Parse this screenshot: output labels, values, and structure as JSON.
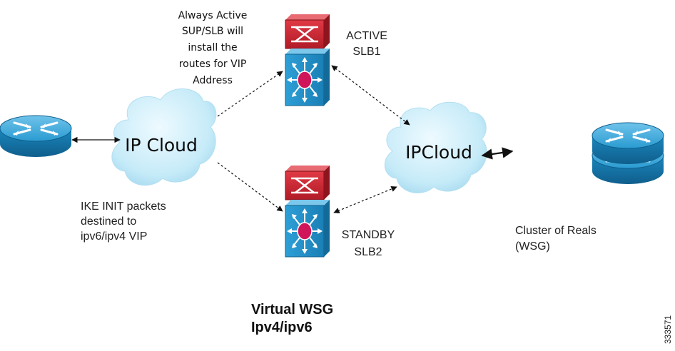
{
  "labels": {
    "always_active_l1": "Always Active",
    "always_active_l2": "SUP/SLB will",
    "always_active_l3": "install the",
    "always_active_l4": "routes for VIP",
    "always_active_l5": "Address",
    "active_l1": "ACTIVE",
    "active_l2": "SLB1",
    "standby_l1": "STANDBY",
    "standby_l2": "SLB2",
    "ike_l1": "IKE INIT packets",
    "ike_l2": "destined to",
    "ike_l3": "ipv6/ipv4 VIP",
    "cluster_l1": "Cluster of Reals",
    "cluster_l2": "(WSG)",
    "cloud_left": "IP Cloud",
    "cloud_right": "IPCloud",
    "title_l1": "Virtual WSG",
    "title_l2": "Ipv4/ipv6",
    "figure_id": "333571"
  },
  "colors": {
    "router_fill": "#1f8fc4",
    "cloud_fill": "#cfeefa",
    "switch_top": "#c8222f",
    "switch_body": "#1f8fc4",
    "switch_center": "#d0145a"
  },
  "icons": {
    "left_router": "router-icon",
    "right_router_stack": "router-stack-icon",
    "active_switch": "multilayer-switch-icon",
    "standby_switch": "multilayer-switch-icon"
  }
}
